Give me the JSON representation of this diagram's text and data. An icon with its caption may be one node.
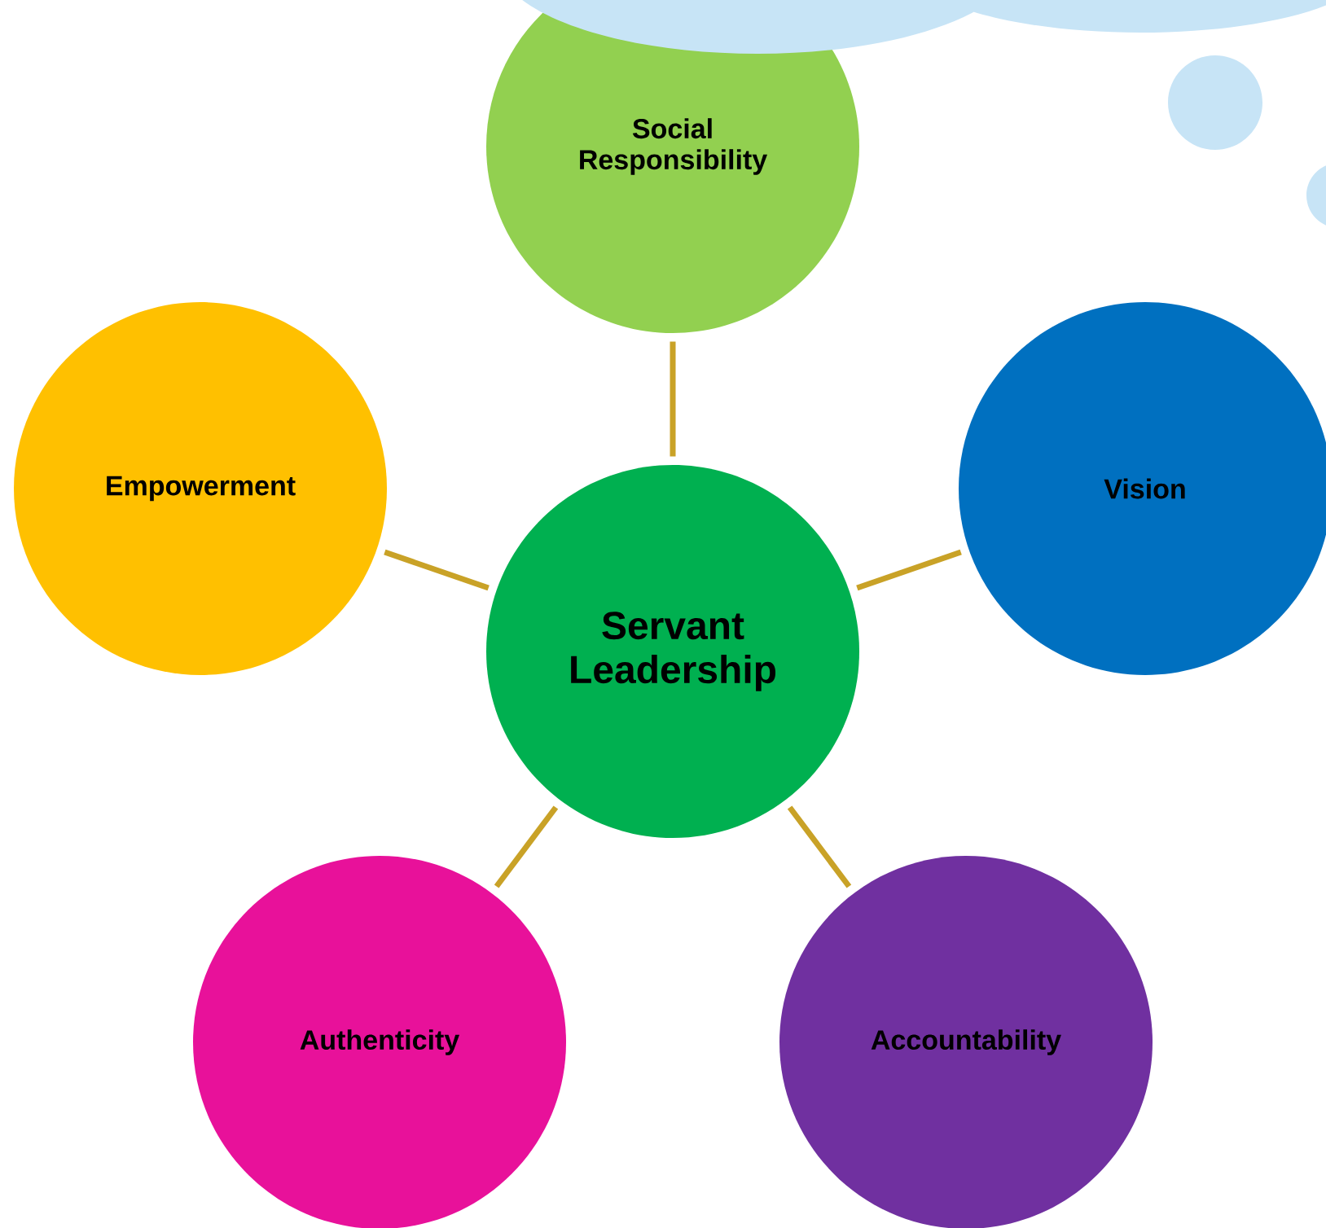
{
  "diagram": {
    "nodes": [
      {
        "text": [
          "Social Responsibility"
        ]
      },
      {
        "text": [
          "Empowerment"
        ]
      },
      {
        "text": [
          "Vision"
        ]
      },
      {
        "text": [
          "Servant Leadership"
        ]
      },
      {
        "text": [
          "Authenticity"
        ]
      },
      {
        "text": [
          "Accountability"
        ]
      }
    ],
    "edges": [
      {
        "from": 3,
        "to": 0,
        "arrow": "none"
      },
      {
        "from": 3,
        "to": 2,
        "arrow": "none"
      },
      {
        "from": 3,
        "to": 5,
        "arrow": "none"
      },
      {
        "from": 3,
        "to": 4,
        "arrow": "none"
      },
      {
        "from": 3,
        "to": 1,
        "arrow": "none"
      }
    ]
  }
}
